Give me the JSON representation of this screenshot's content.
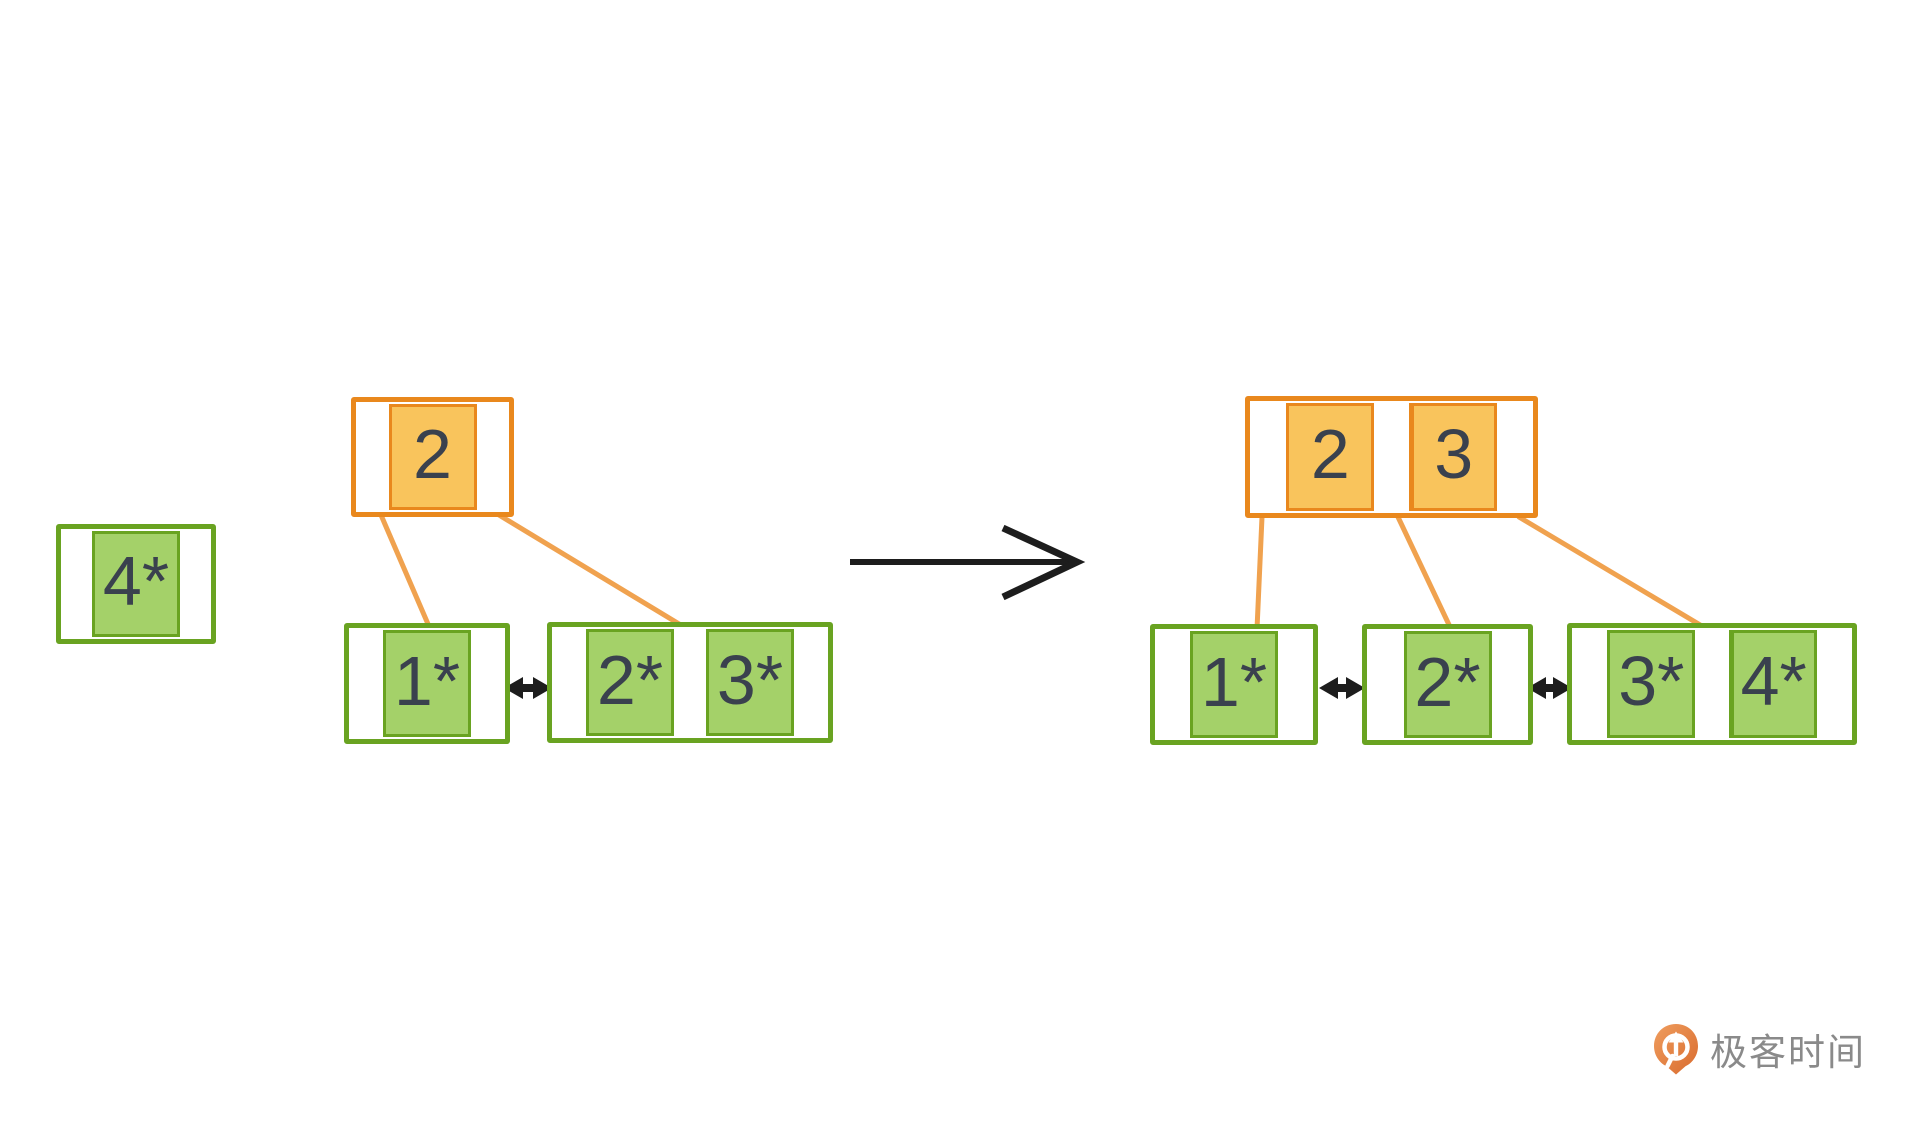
{
  "palette": {
    "green_fill": "#a4d169",
    "green_border": "#69a321",
    "orange_fill": "#f9c45c",
    "orange_border": "#e9881d",
    "connector": "#f0a24f",
    "text": "#3a414e",
    "logo_text": "#8a8a8a",
    "logo_orange_light": "#ef9d5e",
    "logo_orange_dark": "#d96b2e"
  },
  "standalone": {
    "record": "4*"
  },
  "before_tree": {
    "root_keys": [
      "2"
    ],
    "leaves": [
      {
        "cells": [
          "1*"
        ]
      },
      {
        "cells": [
          "2*",
          "3*"
        ]
      }
    ]
  },
  "after_tree": {
    "root_keys": [
      "2",
      "3"
    ],
    "leaves": [
      {
        "cells": [
          "1*"
        ]
      },
      {
        "cells": [
          "2*"
        ]
      },
      {
        "cells": [
          "3*",
          "4*"
        ]
      }
    ]
  },
  "icons": {
    "transform_arrow": "→",
    "sibling_link": "↔",
    "child_pointer": "diagonal-line",
    "logo_mark": "Q-pin"
  },
  "logo": {
    "text": "极客时间"
  }
}
